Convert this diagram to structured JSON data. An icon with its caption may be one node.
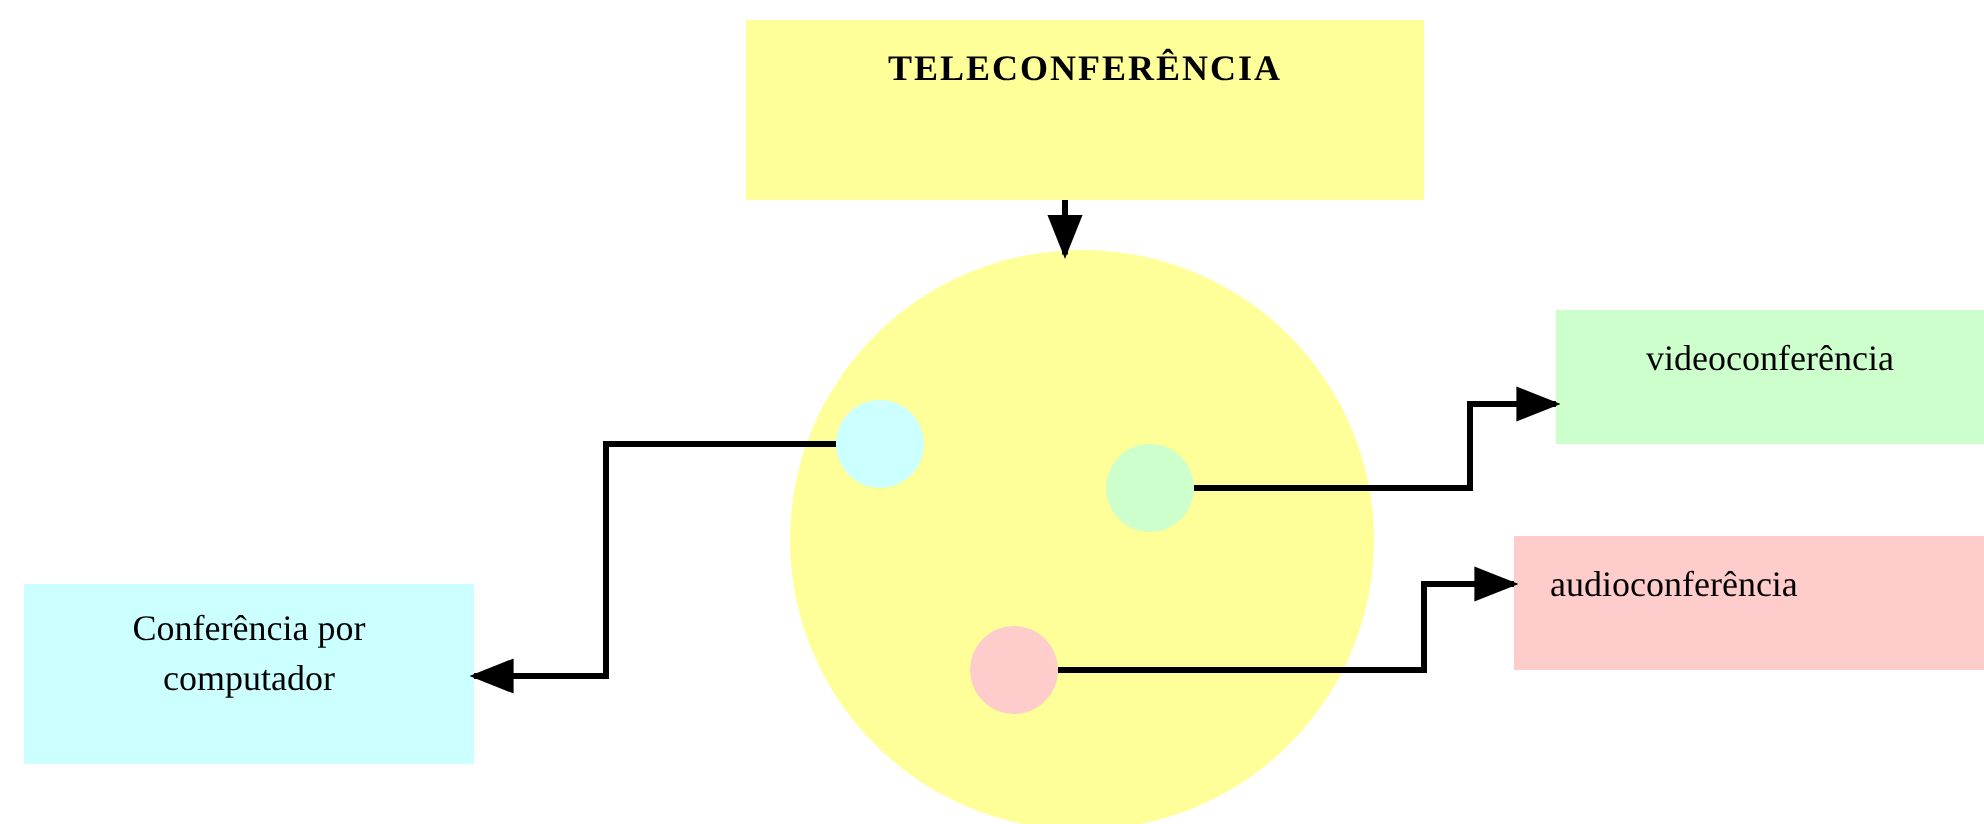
{
  "diagram": {
    "nodes": [
      {
        "text": [
          "TELECONFERÊNCIA"
        ]
      },
      {
        "text": [],
        "shape": "circle"
      },
      {
        "text": [],
        "shape": "circle",
        "in": 1
      },
      {
        "text": [],
        "shape": "circle",
        "in": 1
      },
      {
        "text": [],
        "shape": "circle",
        "in": 1
      },
      {
        "text": [
          "Conferência por computador"
        ]
      },
      {
        "text": [
          "videoconferência"
        ]
      },
      {
        "text": [
          "audioconferência"
        ]
      }
    ],
    "edges": [
      {
        "from": 0,
        "to": 1,
        "arrow": "to"
      },
      {
        "from": 2,
        "to": 5,
        "arrow": "to"
      },
      {
        "from": 3,
        "to": 6,
        "arrow": "to"
      },
      {
        "from": 4,
        "to": 7,
        "arrow": "to"
      }
    ]
  }
}
